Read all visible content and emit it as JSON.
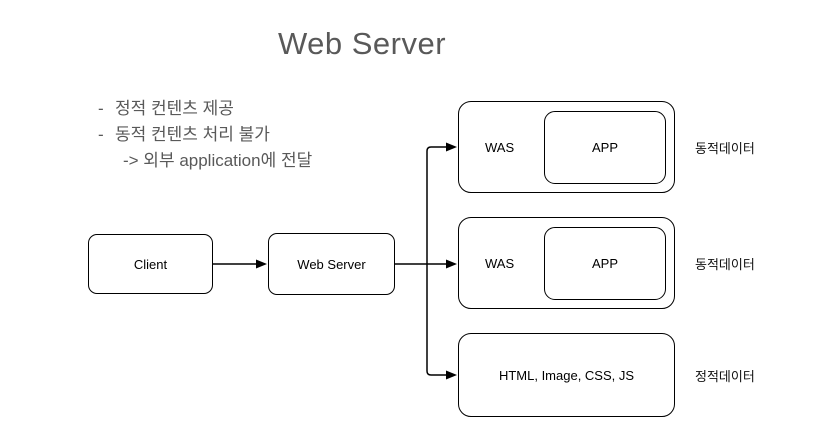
{
  "title": "Web Server",
  "notes": [
    {
      "marker": "-",
      "text": "정적 컨텐츠 제공"
    },
    {
      "marker": "-",
      "text": "동적 컨텐츠 처리 불가"
    },
    {
      "marker": "",
      "text": "-> 외부 application에 전달"
    }
  ],
  "nodes": {
    "client": {
      "label": "Client"
    },
    "web_server": {
      "label": "Web Server"
    }
  },
  "branches": [
    {
      "box": "WAS",
      "inner": "APP",
      "annotation": "동적데이터"
    },
    {
      "box": "WAS",
      "inner": "APP",
      "annotation": "동적데이터"
    },
    {
      "box": "HTML, Image, CSS, JS",
      "inner": "",
      "annotation": "정적데이터"
    }
  ],
  "colors": {
    "stroke": "#000000",
    "title_text": "#595959",
    "note_text": "#595959",
    "node_text": "#000000",
    "background": "#ffffff"
  }
}
